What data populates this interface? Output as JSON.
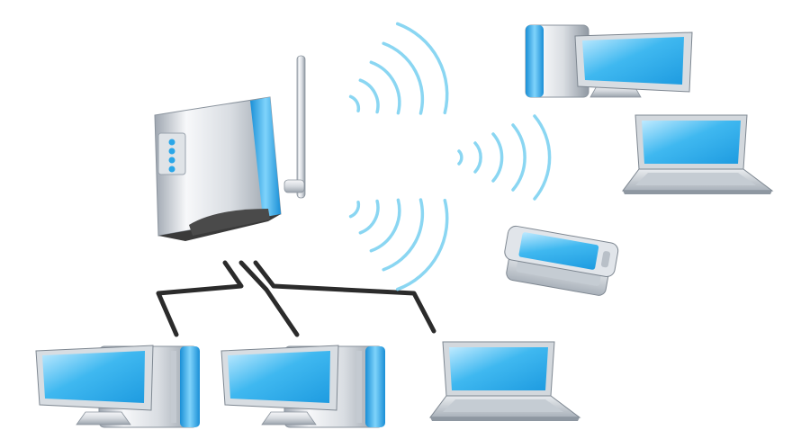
{
  "diagram": {
    "type": "network-topology",
    "hub": {
      "name": "wireless-router",
      "icon": "router-icon",
      "antenna": true,
      "status_leds": 4
    },
    "wireless_clients": [
      {
        "name": "desktop-computer",
        "icon": "desktop-computer-icon"
      },
      {
        "name": "laptop",
        "icon": "laptop-icon"
      },
      {
        "name": "smartphone",
        "icon": "smartphone-icon"
      }
    ],
    "wired_clients": [
      {
        "name": "desktop-computer",
        "icon": "desktop-computer-icon"
      },
      {
        "name": "desktop-computer",
        "icon": "desktop-computer-icon"
      },
      {
        "name": "laptop",
        "icon": "laptop-icon"
      }
    ],
    "signal_arcs_per_beam": 5
  },
  "colors": {
    "screen": "#3bb6ee",
    "screen_light": "#c9eeff",
    "signal": "#8ad6f2",
    "cable": "#2b2b2b",
    "metal_light": "#f4f5f7",
    "metal_dark": "#9aa3ad",
    "accent_blue": "#2aa6e8"
  }
}
